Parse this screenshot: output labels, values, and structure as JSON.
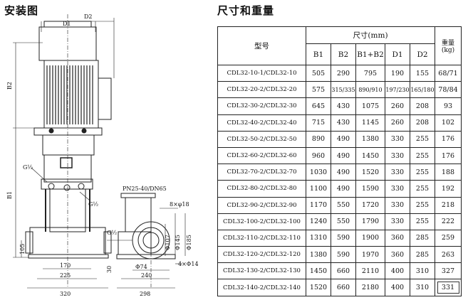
{
  "headings": {
    "installation": "安装图",
    "dimensions_weight": "尺寸和重量"
  },
  "drawing_labels": {
    "d2": "D2",
    "d1": "D1",
    "b2": "B2",
    "b1": "B1",
    "g_half_1": "G½",
    "g_half_2": "G½",
    "g_half_3": "G½",
    "flange": "PN25-40/DN65",
    "holes_8": "8×φ18",
    "holes_4": "4×Φ14",
    "dim_170": "170",
    "dim_225": "225",
    "dim_320": "320",
    "dim_105": "105",
    "dim_30": "30",
    "dim_974": "Φ74",
    "dim_240": "240",
    "dim_298": "298",
    "dim_107": "Φ107",
    "dim_145": "Φ145",
    "dim_185": "Φ185"
  },
  "table": {
    "model_header": "型号",
    "size_header": "尺寸(mm)",
    "weight_header": "重量(kg)",
    "columns": [
      "B1",
      "B2",
      "B1+B2",
      "D1",
      "D2"
    ],
    "rows": [
      {
        "model": "CDL32-10-1/CDL32-10",
        "b1": "505",
        "b2": "290",
        "b1b2": "795",
        "d1": "190",
        "d2": "155",
        "w": "68/71"
      },
      {
        "model": "CDL32-20-2/CDL32-20",
        "b1": "575",
        "b2": "315/335",
        "b1b2": "890/910",
        "d1": "197/230",
        "d2": "165/180",
        "w": "78/84"
      },
      {
        "model": "CDL32-30-2/CDL32-30",
        "b1": "645",
        "b2": "430",
        "b1b2": "1075",
        "d1": "260",
        "d2": "208",
        "w": "93"
      },
      {
        "model": "CDL32-40-2/CDL32-40",
        "b1": "715",
        "b2": "430",
        "b1b2": "1145",
        "d1": "260",
        "d2": "208",
        "w": "102"
      },
      {
        "model": "CDL32-50-2/CDL32-50",
        "b1": "890",
        "b2": "490",
        "b1b2": "1380",
        "d1": "330",
        "d2": "255",
        "w": "176"
      },
      {
        "model": "CDL32-60-2/CDL32-60",
        "b1": "960",
        "b2": "490",
        "b1b2": "1450",
        "d1": "330",
        "d2": "255",
        "w": "176"
      },
      {
        "model": "CDL32-70-2/CDL32-70",
        "b1": "1030",
        "b2": "490",
        "b1b2": "1520",
        "d1": "330",
        "d2": "255",
        "w": "188"
      },
      {
        "model": "CDL32-80-2/CDL32-80",
        "b1": "1100",
        "b2": "490",
        "b1b2": "1590",
        "d1": "330",
        "d2": "255",
        "w": "192"
      },
      {
        "model": "CDL32-90-2/CDL32-90",
        "b1": "1170",
        "b2": "550",
        "b1b2": "1720",
        "d1": "330",
        "d2": "255",
        "w": "218"
      },
      {
        "model": "CDL32-100-2/CDL32-100",
        "b1": "1240",
        "b2": "550",
        "b1b2": "1790",
        "d1": "330",
        "d2": "255",
        "w": "222"
      },
      {
        "model": "CDL32-110-2/CDL32-110",
        "b1": "1310",
        "b2": "590",
        "b1b2": "1900",
        "d1": "360",
        "d2": "285",
        "w": "259"
      },
      {
        "model": "CDL32-120-2/CDL32-120",
        "b1": "1380",
        "b2": "590",
        "b1b2": "1970",
        "d1": "360",
        "d2": "285",
        "w": "263"
      },
      {
        "model": "CDL32-130-2/CDL32-130",
        "b1": "1450",
        "b2": "660",
        "b1b2": "2110",
        "d1": "400",
        "d2": "310",
        "w": "327"
      },
      {
        "model": "CDL32-140-2/CDL32-140",
        "b1": "1520",
        "b2": "660",
        "b1b2": "2180",
        "d1": "400",
        "d2": "310",
        "w": "331"
      }
    ]
  }
}
